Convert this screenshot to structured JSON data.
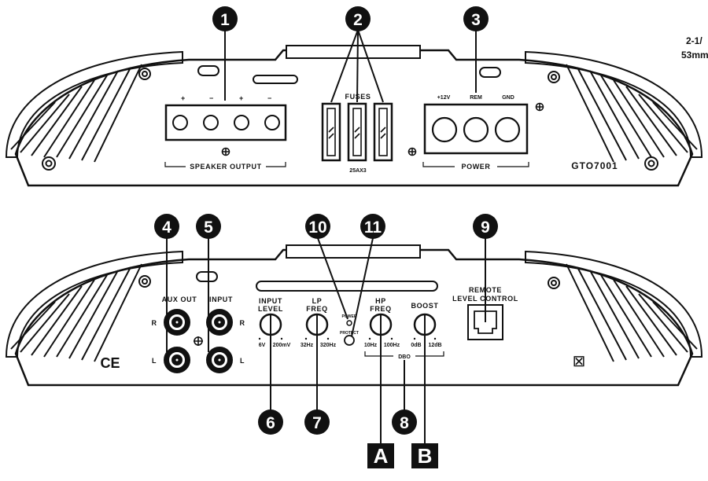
{
  "top_panel": {
    "speaker_signs": [
      "+",
      "−",
      "+",
      "−"
    ],
    "speaker_output_label": "SPEAKER OUTPUT",
    "fuses_label": "FUSES",
    "fuse_rating": "25AX3",
    "power_terminals": [
      "+12V",
      "REM",
      "GND"
    ],
    "power_label": "POWER",
    "model": "GTO7001",
    "edge_text": [
      "2-1/",
      "53mm"
    ]
  },
  "bottom_panel": {
    "aux_out_label": "AUX OUT",
    "input_label": "INPUT",
    "channel_r": "R",
    "channel_l": "L",
    "input_level": {
      "line1": "INPUT",
      "line2": "LEVEL",
      "min": "6V",
      "max": "200mV"
    },
    "lp_freq": {
      "line1": "LP",
      "line2": "FREQ",
      "min": "32Hz",
      "max": "320Hz"
    },
    "led_power": "POWER",
    "led_protect": "PROTECT",
    "hp_freq": {
      "line1": "HP",
      "line2": "FREQ",
      "min": "10Hz",
      "max": "100Hz"
    },
    "boost": {
      "label": "BOOST",
      "min": "0dB",
      "max": "12dB"
    },
    "dbo_label": "DBO",
    "remote": {
      "line1": "REMOTE",
      "line2": "LEVEL CONTROL"
    },
    "ce_mark": "CE",
    "weee_symbol": "⊠"
  },
  "callouts": {
    "c1": "1",
    "c2": "2",
    "c3": "3",
    "c4": "4",
    "c5": "5",
    "c6": "6",
    "c7": "7",
    "c8": "8",
    "c9": "9",
    "c10": "10",
    "c11": "11",
    "a": "A",
    "b": "B"
  }
}
